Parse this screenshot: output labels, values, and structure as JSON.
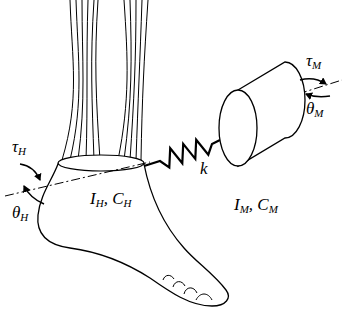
{
  "diagram": {
    "labels": [
      "τM",
      "θM",
      "τH",
      "k",
      "θH",
      "IH, CH",
      "IM, CM"
    ]
  }
}
